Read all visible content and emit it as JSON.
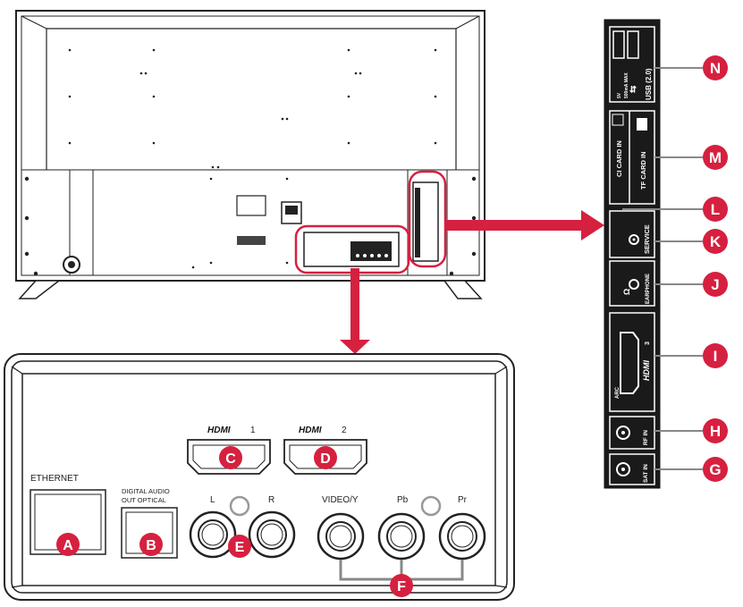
{
  "panel": {
    "ethernet": "ETHERNET",
    "optical_line1": "DIGITAL AUDIO",
    "optical_line2": "OUT OPTICAL",
    "audio_l": "L",
    "audio_r": "R",
    "video_y": "VIDEO/Y",
    "pb": "Pb",
    "pr": "Pr",
    "hdmi1_brand": "HDMI",
    "hdmi1_num": "1",
    "hdmi2_brand": "HDMI",
    "hdmi2_num": "2"
  },
  "side": {
    "usb_label": "USB (2.0)",
    "usb_rating_1": "5V",
    "usb_rating_2": "500mA MAX",
    "ci_card": "CI CARD IN",
    "tf_card": "TF CARD IN",
    "service": "SERVICE",
    "earphone": "EARPHONE",
    "hdmi3_brand": "HDMI",
    "hdmi3_num": "3",
    "arc": "ARC",
    "rf_in": "RF IN",
    "sat_in": "SAT IN"
  },
  "markers": {
    "A": "A",
    "B": "B",
    "C": "C",
    "D": "D",
    "E": "E",
    "F": "F",
    "G": "G",
    "H": "H",
    "I": "I",
    "J": "J",
    "K": "K",
    "L": "L",
    "M": "M",
    "N": "N"
  },
  "colors": {
    "accent": "#d6203f",
    "panel_dark": "#1a1a1a",
    "outline": "#222222",
    "connector_line": "#888888"
  }
}
